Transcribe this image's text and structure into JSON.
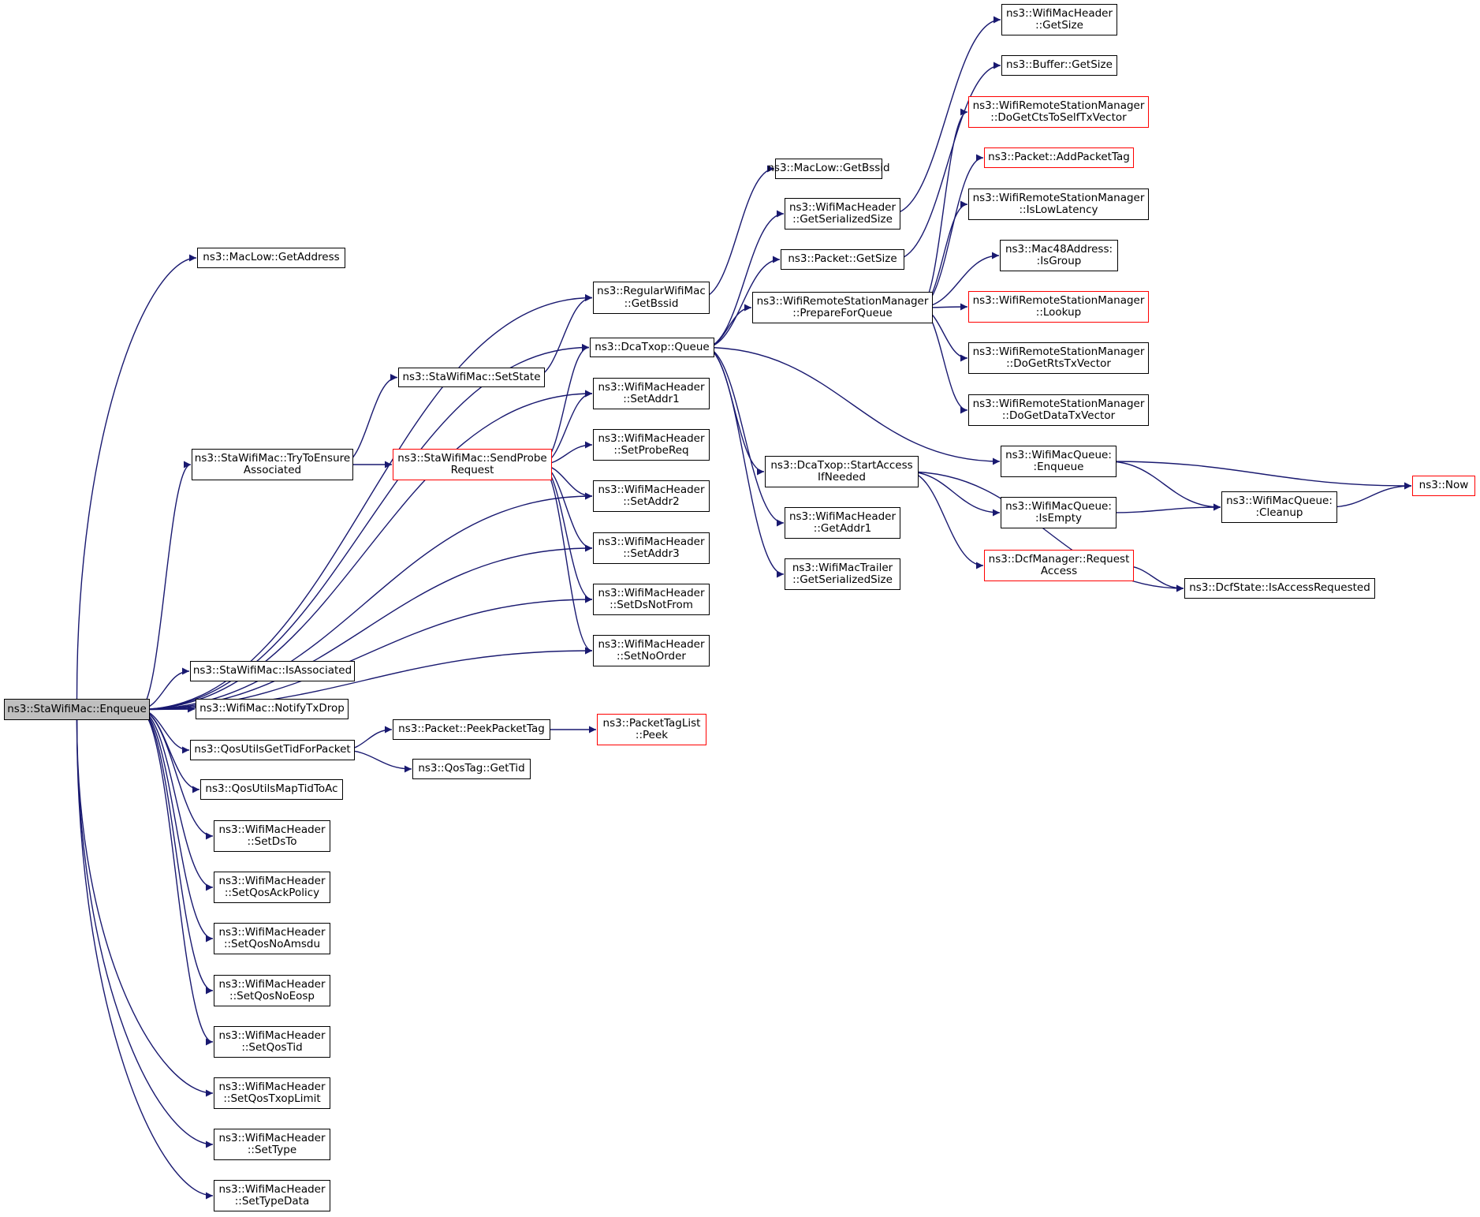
{
  "colors": {
    "edge": "#191970",
    "border": "#000000",
    "highlight_border": "#ff0000",
    "root_fill": "#bfbfbf"
  },
  "nodes": [
    {
      "id": "enqueue",
      "lines": [
        "ns3::StaWifiMac::Enqueue"
      ],
      "style": "root"
    },
    {
      "id": "getaddress",
      "lines": [
        "ns3::MacLow::GetAddress"
      ]
    },
    {
      "id": "regbssid",
      "lines": [
        "ns3::RegularWifiMac",
        "::GetBssid"
      ]
    },
    {
      "id": "dcaqueue",
      "lines": [
        "ns3::DcaTxop::Queue"
      ]
    },
    {
      "id": "setstate",
      "lines": [
        "ns3::StaWifiMac::SetState"
      ]
    },
    {
      "id": "trytoensure",
      "lines": [
        "ns3::StaWifiMac::TryToEnsure",
        "Associated"
      ]
    },
    {
      "id": "sendprobe",
      "lines": [
        "ns3::StaWifiMac::SendProbe",
        "Request"
      ],
      "style": "red"
    },
    {
      "id": "setaddr1",
      "lines": [
        "ns3::WifiMacHeader",
        "::SetAddr1"
      ]
    },
    {
      "id": "setprobereq",
      "lines": [
        "ns3::WifiMacHeader",
        "::SetProbeReq"
      ]
    },
    {
      "id": "setaddr2",
      "lines": [
        "ns3::WifiMacHeader",
        "::SetAddr2"
      ]
    },
    {
      "id": "setaddr3",
      "lines": [
        "ns3::WifiMacHeader",
        "::SetAddr3"
      ]
    },
    {
      "id": "setdsnotfrom",
      "lines": [
        "ns3::WifiMacHeader",
        "::SetDsNotFrom"
      ]
    },
    {
      "id": "setnoorder",
      "lines": [
        "ns3::WifiMacHeader",
        "::SetNoOrder"
      ]
    },
    {
      "id": "isassociated",
      "lines": [
        "ns3::StaWifiMac::IsAssociated"
      ]
    },
    {
      "id": "notifytxdrop",
      "lines": [
        "ns3::WifiMac::NotifyTxDrop"
      ]
    },
    {
      "id": "qosgettid",
      "lines": [
        "ns3::QosUtilsGetTidForPacket"
      ]
    },
    {
      "id": "qosmaptid",
      "lines": [
        "ns3::QosUtilsMapTidToAc"
      ]
    },
    {
      "id": "setdsto",
      "lines": [
        "ns3::WifiMacHeader",
        "::SetDsTo"
      ]
    },
    {
      "id": "setqosack",
      "lines": [
        "ns3::WifiMacHeader",
        "::SetQosAckPolicy"
      ]
    },
    {
      "id": "setqosnoamsdu",
      "lines": [
        "ns3::WifiMacHeader",
        "::SetQosNoAmsdu"
      ]
    },
    {
      "id": "setqosnoeosp",
      "lines": [
        "ns3::WifiMacHeader",
        "::SetQosNoEosp"
      ]
    },
    {
      "id": "setqostid",
      "lines": [
        "ns3::WifiMacHeader",
        "::SetQosTid"
      ]
    },
    {
      "id": "setqostxop",
      "lines": [
        "ns3::WifiMacHeader",
        "::SetQosTxopLimit"
      ]
    },
    {
      "id": "settype",
      "lines": [
        "ns3::WifiMacHeader",
        "::SetType"
      ]
    },
    {
      "id": "settypedata",
      "lines": [
        "ns3::WifiMacHeader",
        "::SetTypeData"
      ]
    },
    {
      "id": "peekpackettag",
      "lines": [
        "ns3::Packet::PeekPacketTag"
      ]
    },
    {
      "id": "qostaggettid",
      "lines": [
        "ns3::QosTag::GetTid"
      ]
    },
    {
      "id": "packettaglistpeek",
      "lines": [
        "ns3::PacketTagList",
        "::Peek"
      ],
      "style": "red"
    },
    {
      "id": "maclowbssid",
      "lines": [
        "ns3::MacLow::GetBssid"
      ]
    },
    {
      "id": "serialsize",
      "lines": [
        "ns3::WifiMacHeader",
        "::GetSerializedSize"
      ]
    },
    {
      "id": "packetgetsize",
      "lines": [
        "ns3::Packet::GetSize"
      ]
    },
    {
      "id": "prepareforqueue",
      "lines": [
        "ns3::WifiRemoteStationManager",
        "::PrepareForQueue"
      ]
    },
    {
      "id": "startaccess",
      "lines": [
        "ns3::DcaTxop::StartAccess",
        "IfNeeded"
      ]
    },
    {
      "id": "getaddr1",
      "lines": [
        "ns3::WifiMacHeader",
        "::GetAddr1"
      ]
    },
    {
      "id": "trailersize",
      "lines": [
        "ns3::WifiMacTrailer",
        "::GetSerializedSize"
      ]
    },
    {
      "id": "hdrgetsize",
      "lines": [
        "ns3::WifiMacHeader",
        "::GetSize"
      ]
    },
    {
      "id": "buffergetsize",
      "lines": [
        "ns3::Buffer::GetSize"
      ]
    },
    {
      "id": "docts",
      "lines": [
        "ns3::WifiRemoteStationManager",
        "::DoGetCtsToSelfTxVector"
      ],
      "style": "red"
    },
    {
      "id": "addpackettag",
      "lines": [
        "ns3::Packet::AddPacketTag"
      ],
      "style": "red"
    },
    {
      "id": "islowlatency",
      "lines": [
        "ns3::WifiRemoteStationManager",
        "::IsLowLatency"
      ]
    },
    {
      "id": "isgroup",
      "lines": [
        "ns3::Mac48Address:",
        ":IsGroup"
      ]
    },
    {
      "id": "lookup",
      "lines": [
        "ns3::WifiRemoteStationManager",
        "::Lookup"
      ],
      "style": "red"
    },
    {
      "id": "dorts",
      "lines": [
        "ns3::WifiRemoteStationManager",
        "::DoGetRtsTxVector"
      ]
    },
    {
      "id": "dodata",
      "lines": [
        "ns3::WifiRemoteStationManager",
        "::DoGetDataTxVector"
      ]
    },
    {
      "id": "macqenqueue",
      "lines": [
        "ns3::WifiMacQueue:",
        ":Enqueue"
      ]
    },
    {
      "id": "macqisempty",
      "lines": [
        "ns3::WifiMacQueue:",
        ":IsEmpty"
      ]
    },
    {
      "id": "macqcleanup",
      "lines": [
        "ns3::WifiMacQueue:",
        ":Cleanup"
      ]
    },
    {
      "id": "now",
      "lines": [
        "ns3::Now"
      ],
      "style": "red"
    },
    {
      "id": "dcfrequest",
      "lines": [
        "ns3::DcfManager::Request",
        "Access"
      ],
      "style": "red"
    },
    {
      "id": "isaccessreq",
      "lines": [
        "ns3::DcfState::IsAccessRequested"
      ]
    }
  ],
  "edges": [
    [
      "enqueue",
      "getaddress"
    ],
    [
      "enqueue",
      "regbssid"
    ],
    [
      "enqueue",
      "dcaqueue"
    ],
    [
      "enqueue",
      "setaddr1"
    ],
    [
      "enqueue",
      "trytoensure"
    ],
    [
      "enqueue",
      "setaddr2"
    ],
    [
      "enqueue",
      "setaddr3"
    ],
    [
      "enqueue",
      "setdsnotfrom"
    ],
    [
      "enqueue",
      "setnoorder"
    ],
    [
      "enqueue",
      "isassociated"
    ],
    [
      "enqueue",
      "notifytxdrop"
    ],
    [
      "enqueue",
      "qosgettid"
    ],
    [
      "enqueue",
      "qosmaptid"
    ],
    [
      "enqueue",
      "setdsto"
    ],
    [
      "enqueue",
      "setqosack"
    ],
    [
      "enqueue",
      "setqosnoamsdu"
    ],
    [
      "enqueue",
      "setqosnoeosp"
    ],
    [
      "enqueue",
      "setqostid"
    ],
    [
      "enqueue",
      "setqostxop"
    ],
    [
      "enqueue",
      "settype"
    ],
    [
      "enqueue",
      "settypedata"
    ],
    [
      "trytoensure",
      "setstate"
    ],
    [
      "trytoensure",
      "sendprobe"
    ],
    [
      "setstate",
      "regbssid"
    ],
    [
      "sendprobe",
      "dcaqueue"
    ],
    [
      "sendprobe",
      "setaddr1"
    ],
    [
      "sendprobe",
      "setprobereq"
    ],
    [
      "sendprobe",
      "setaddr2"
    ],
    [
      "sendprobe",
      "setaddr3"
    ],
    [
      "sendprobe",
      "setdsnotfrom"
    ],
    [
      "sendprobe",
      "setnoorder"
    ],
    [
      "qosgettid",
      "peekpackettag"
    ],
    [
      "qosgettid",
      "qostaggettid"
    ],
    [
      "peekpackettag",
      "packettaglistpeek"
    ],
    [
      "regbssid",
      "maclowbssid"
    ],
    [
      "dcaqueue",
      "serialsize"
    ],
    [
      "dcaqueue",
      "packetgetsize"
    ],
    [
      "dcaqueue",
      "prepareforqueue"
    ],
    [
      "dcaqueue",
      "startaccess"
    ],
    [
      "dcaqueue",
      "getaddr1"
    ],
    [
      "dcaqueue",
      "trailersize"
    ],
    [
      "dcaqueue",
      "macqenqueue"
    ],
    [
      "serialsize",
      "hdrgetsize"
    ],
    [
      "packetgetsize",
      "buffergetsize"
    ],
    [
      "prepareforqueue",
      "docts"
    ],
    [
      "prepareforqueue",
      "addpackettag"
    ],
    [
      "prepareforqueue",
      "islowlatency"
    ],
    [
      "prepareforqueue",
      "isgroup"
    ],
    [
      "prepareforqueue",
      "lookup"
    ],
    [
      "prepareforqueue",
      "dorts"
    ],
    [
      "prepareforqueue",
      "dodata"
    ],
    [
      "startaccess",
      "macqisempty"
    ],
    [
      "startaccess",
      "dcfrequest"
    ],
    [
      "startaccess",
      "isaccessreq"
    ],
    [
      "macqenqueue",
      "macqcleanup"
    ],
    [
      "macqenqueue",
      "now"
    ],
    [
      "macqisempty",
      "macqcleanup"
    ],
    [
      "macqcleanup",
      "now"
    ],
    [
      "dcfrequest",
      "isaccessreq"
    ]
  ]
}
